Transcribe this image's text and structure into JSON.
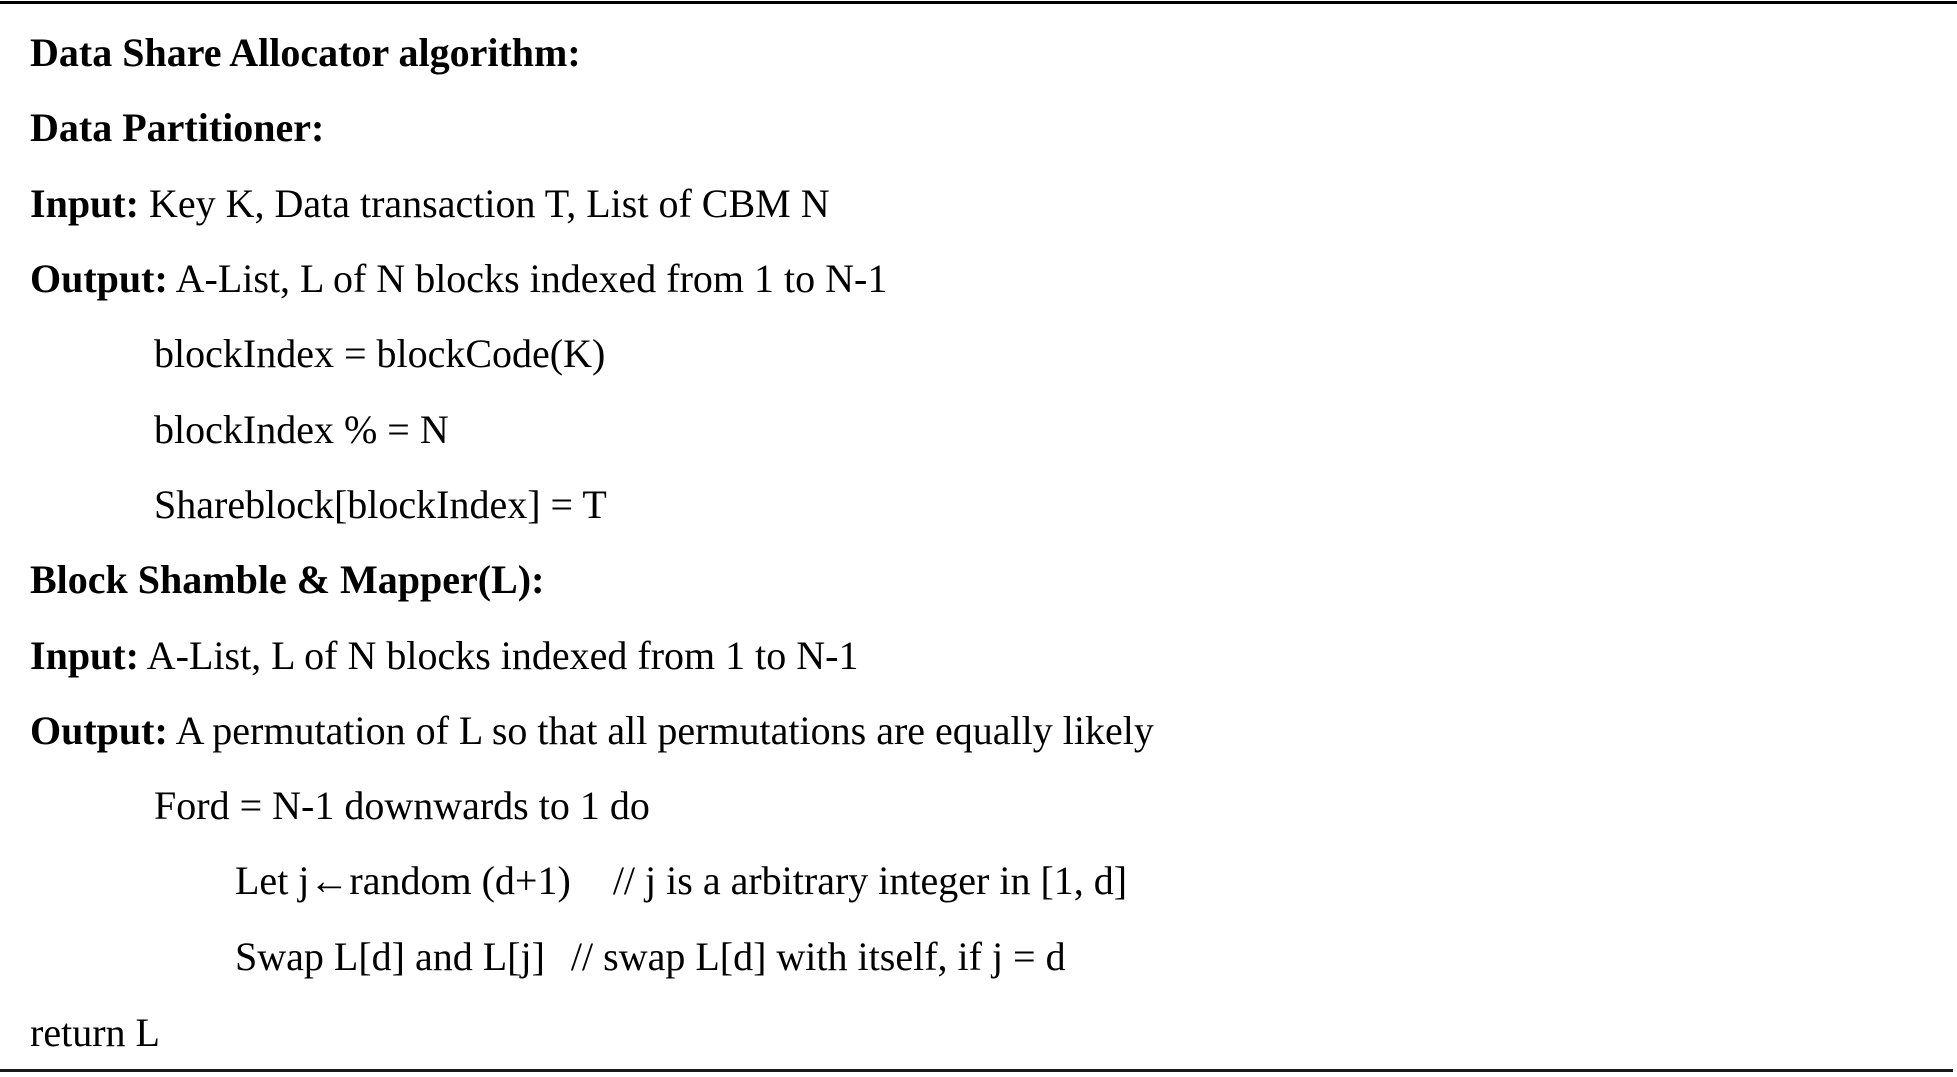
{
  "algorithm": {
    "title": "Data Share Allocator algorithm:",
    "partitioner": {
      "heading": "Data Partitioner:",
      "input_label": "Input:",
      "input_text": " Key K, Data transaction T, List of CBM N",
      "output_label": "Output:",
      "output_text": " A-List, L of N blocks indexed from 1 to N-1",
      "steps": [
        "blockIndex = blockCode(K)",
        "blockIndex % = N",
        "Shareblock[blockIndex] = T"
      ]
    },
    "shamble": {
      "heading": "Block Shamble & Mapper(L):",
      "input_label": "Input:",
      "input_text": " A-List, L of N blocks indexed from 1 to N-1",
      "output_label": "Output:",
      "output_text": " A permutation of L so that all permutations are equally likely",
      "loop": "Ford = N-1 downwards to 1 do",
      "loop_body": [
        {
          "code": "Let j←random (d+1)",
          "comment": "// j is a arbitrary integer in [1, d]"
        },
        {
          "code": "Swap L[d] and L[j]",
          "comment": "// swap L[d] with itself, if j = d"
        }
      ],
      "return": "return L"
    }
  }
}
